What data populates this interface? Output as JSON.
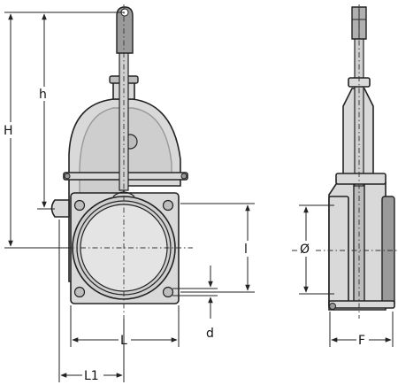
{
  "drawing": {
    "dimension_labels": {
      "H": "H",
      "h": "h",
      "L": "L",
      "L1": "L1",
      "l": "l",
      "d": "d",
      "diameter": "Ø",
      "F": "F"
    }
  }
}
